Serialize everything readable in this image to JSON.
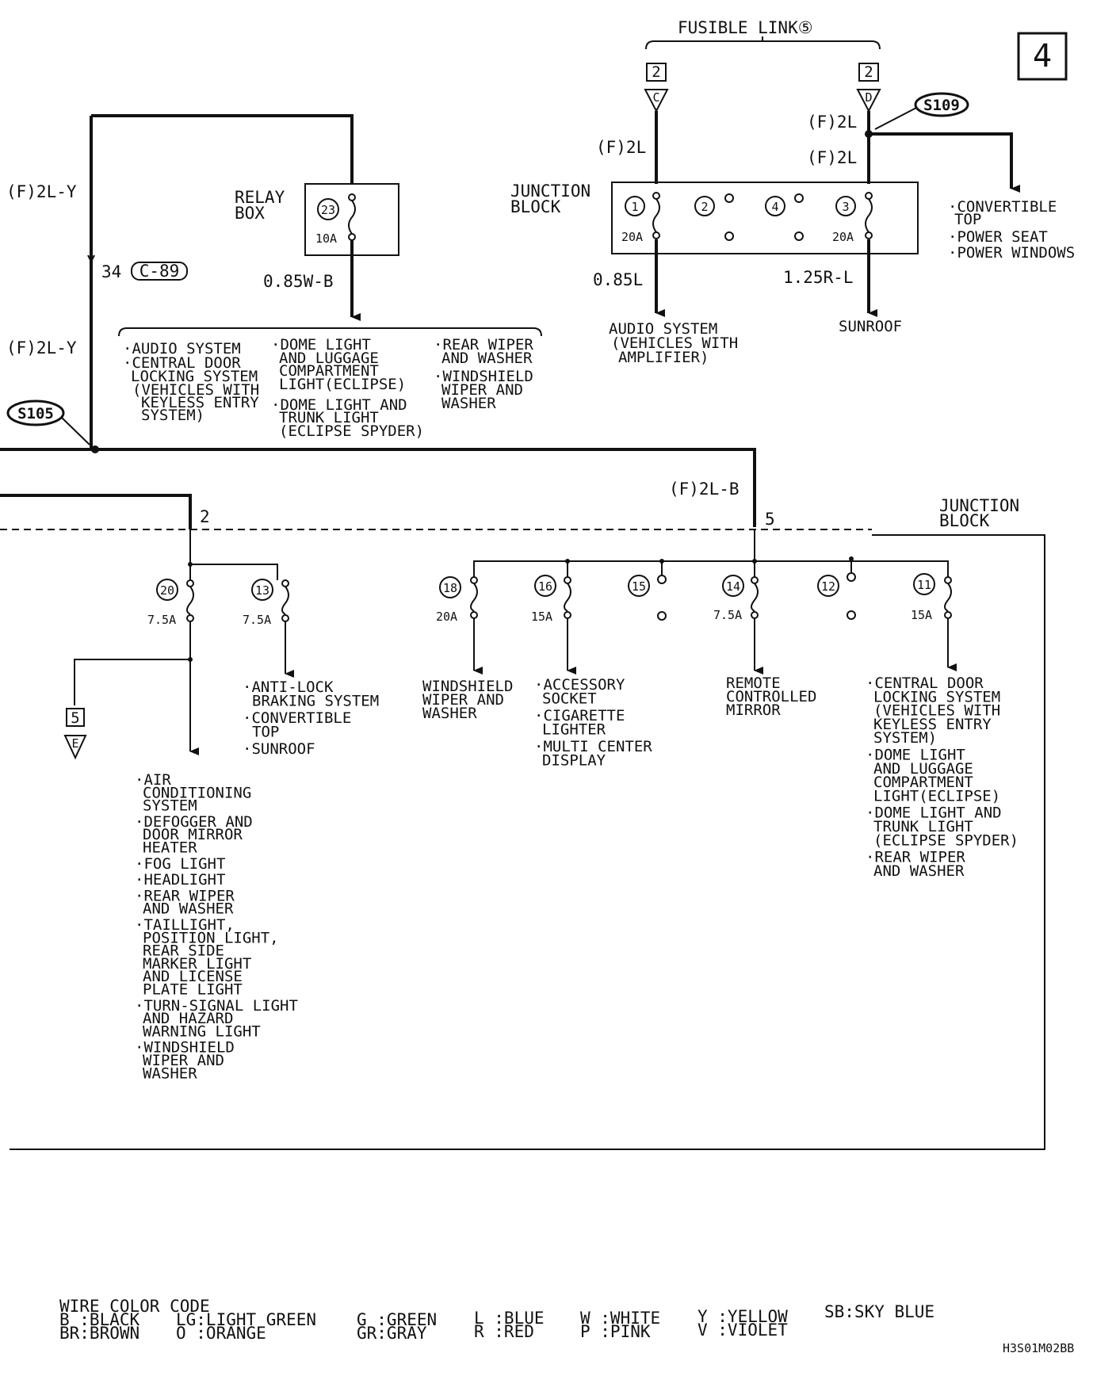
{
  "page_number": "4",
  "diagram_code": "H3S01M02BB",
  "fusible_link": {
    "label": "FUSIBLE LINK⑤",
    "connector_c": {
      "num": "2",
      "letter": "C"
    },
    "connector_d": {
      "num": "2",
      "letter": "D"
    }
  },
  "splices": {
    "s109": "S109",
    "s105": "S105"
  },
  "wires": {
    "left_top": "(F)2L-Y",
    "left_mid": "(F)2L-Y",
    "connector_ref_num": "34",
    "connector_ref": "C-89",
    "relay_out": "0.85W-B",
    "fl_c_wire": "(F)2L",
    "fl_d_wire_a": "(F)2L",
    "fl_d_wire_b": "(F)2L",
    "jb_out_1": "0.85L",
    "jb_out_3": "1.25R-L",
    "bus_to_jb": "(F)2L-B"
  },
  "relay_box": {
    "label_line1": "RELAY",
    "label_line2": "BOX",
    "fuse_num": "23",
    "rating": "10A"
  },
  "junction_block_top": {
    "label_line1": "JUNCTION",
    "label_line2": "BLOCK",
    "fuses": [
      {
        "num": "1",
        "rating": "20A"
      },
      {
        "num": "2",
        "rating": ""
      },
      {
        "num": "4",
        "rating": ""
      },
      {
        "num": "3",
        "rating": "20A"
      }
    ]
  },
  "junction_block_bottom": {
    "label_line1": "JUNCTION",
    "label_line2": "BLOCK",
    "node_left": "2",
    "node_right": "5"
  },
  "relay_loads": {
    "col1": [
      "·AUDIO SYSTEM",
      "·CENTRAL DOOR",
      "LOCKING SYSTEM",
      "(VEHICLES WITH",
      "KEYLESS ENTRY",
      "SYSTEM)"
    ],
    "col2": [
      "·DOME LIGHT",
      "AND LUGGAGE",
      "COMPARTMENT",
      "LIGHT(ECLIPSE)",
      "·DOME LIGHT AND",
      "TRUNK LIGHT",
      "(ECLIPSE SPYDER)"
    ],
    "col3": [
      "·REAR WIPER",
      "AND WASHER",
      "·WINDSHIELD",
      "WIPER AND",
      "WASHER"
    ]
  },
  "s109_loads": [
    "·CONVERTIBLE",
    "TOP",
    "·POWER SEAT",
    "·POWER WINDOWS"
  ],
  "jb1_load": [
    "AUDIO SYSTEM",
    "(VEHICLES WITH",
    "AMPLIFIER)"
  ],
  "jb3_load": [
    "SUNROOF"
  ],
  "bottom_fuses": [
    {
      "num": "20",
      "rating": "7.5A"
    },
    {
      "num": "13",
      "rating": "7.5A"
    },
    {
      "num": "18",
      "rating": "20A"
    },
    {
      "num": "16",
      "rating": "15A"
    },
    {
      "num": "15",
      "rating": ""
    },
    {
      "num": "14",
      "rating": "7.5A"
    },
    {
      "num": "12",
      "rating": ""
    },
    {
      "num": "11",
      "rating": "15A"
    }
  ],
  "connector_e": {
    "num": "5",
    "letter": "E"
  },
  "load_groups": {
    "f20": [
      "·AIR",
      "CONDITIONING",
      "SYSTEM",
      "·DEFOGGER AND",
      "DOOR MIRROR",
      "HEATER",
      "·FOG LIGHT",
      "·HEADLIGHT",
      "·REAR WIPER",
      "AND WASHER",
      "·TAILLIGHT,",
      "POSITION LIGHT,",
      "REAR SIDE",
      "MARKER LIGHT",
      "AND LICENSE",
      "PLATE LIGHT",
      "·TURN-SIGNAL LIGHT",
      "AND HAZARD",
      "WARNING LIGHT",
      "·WINDSHIELD",
      "WIPER AND",
      "WASHER"
    ],
    "f13": [
      "·ANTI-LOCK",
      "BRAKING SYSTEM",
      "·CONVERTIBLE",
      "TOP",
      "·SUNROOF"
    ],
    "f18": [
      "WINDSHIELD",
      "WIPER AND",
      "WASHER"
    ],
    "f16": [
      "·ACCESSORY",
      "SOCKET",
      "·CIGARETTE",
      "LIGHTER",
      "·MULTI CENTER",
      "DISPLAY"
    ],
    "f14": [
      "REMOTE",
      "CONTROLLED",
      "MIRROR"
    ],
    "f11": [
      "·CENTRAL DOOR",
      "LOCKING SYSTEM",
      "(VEHICLES WITH",
      "KEYLESS ENTRY",
      "SYSTEM)",
      "·DOME LIGHT",
      "AND LUGGAGE",
      "COMPARTMENT",
      "LIGHT(ECLIPSE)",
      "·DOME LIGHT AND",
      "TRUNK LIGHT",
      "(ECLIPSE SPYDER)",
      "·REAR WIPER",
      "AND WASHER"
    ]
  },
  "color_code": {
    "title": "WIRE COLOR CODE",
    "entries": [
      "B :BLACK",
      "BR:BROWN",
      "LG:LIGHT GREEN",
      "O :ORANGE",
      "G :GREEN",
      "GR:GRAY",
      "L :BLUE",
      "R :RED",
      "W :WHITE",
      "P :PINK",
      "Y :YELLOW",
      "V :VIOLET",
      "SB:SKY BLUE"
    ]
  }
}
